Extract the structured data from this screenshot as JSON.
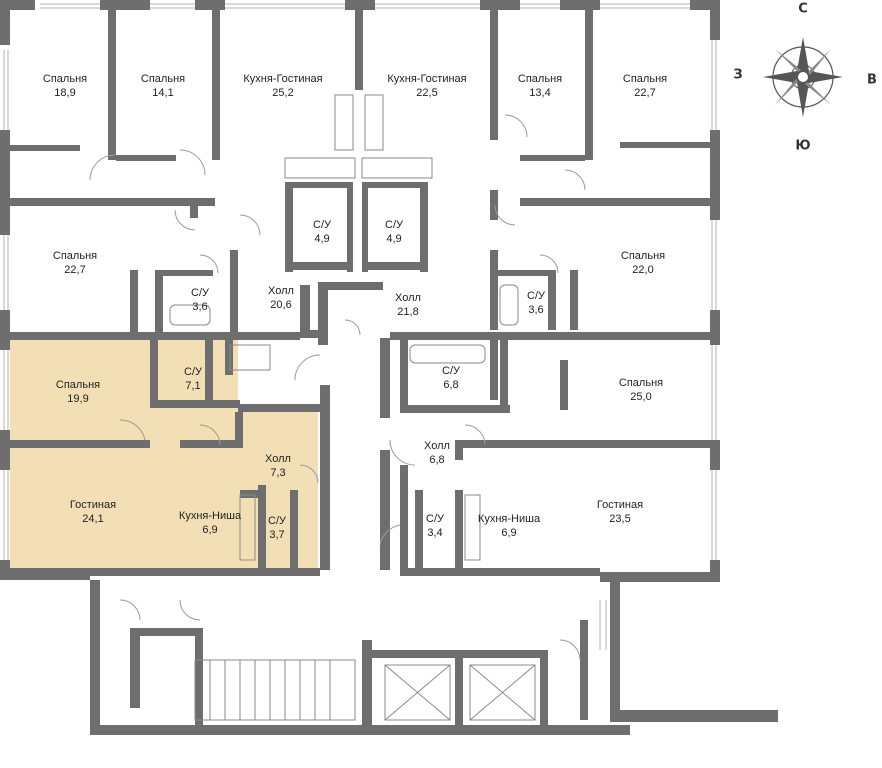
{
  "colors": {
    "wall": "#6e6e6e",
    "highlight": "#f2dfb6",
    "background": "#ffffff",
    "fixture": "#9a9a9a"
  },
  "compass": {
    "north": "С",
    "south": "Ю",
    "west": "З",
    "east": "В"
  },
  "rooms": [
    {
      "id": "r1",
      "name": "Спальня",
      "area": "18,9",
      "highlighted": false
    },
    {
      "id": "r2",
      "name": "Спальня",
      "area": "14,1",
      "highlighted": false
    },
    {
      "id": "r3",
      "name": "Кухня-Гостиная",
      "area": "25,2",
      "highlighted": false
    },
    {
      "id": "r4",
      "name": "Кухня-Гостиная",
      "area": "22,5",
      "highlighted": false
    },
    {
      "id": "r5",
      "name": "Спальня",
      "area": "13,4",
      "highlighted": false
    },
    {
      "id": "r6",
      "name": "Спальня",
      "area": "22,7",
      "highlighted": false
    },
    {
      "id": "r7",
      "name": "С/У",
      "area": "4,9",
      "highlighted": false
    },
    {
      "id": "r8",
      "name": "С/У",
      "area": "4,9",
      "highlighted": false
    },
    {
      "id": "r9",
      "name": "Спальня",
      "area": "22,7",
      "highlighted": false
    },
    {
      "id": "r10",
      "name": "С/У",
      "area": "3,6",
      "highlighted": false
    },
    {
      "id": "r11",
      "name": "Холл",
      "area": "20,6",
      "highlighted": false
    },
    {
      "id": "r12",
      "name": "Холл",
      "area": "21,8",
      "highlighted": false
    },
    {
      "id": "r13",
      "name": "С/У",
      "area": "3,6",
      "highlighted": false
    },
    {
      "id": "r14",
      "name": "Спальня",
      "area": "22,0",
      "highlighted": false
    },
    {
      "id": "r15",
      "name": "Спальня",
      "area": "19,9",
      "highlighted": true
    },
    {
      "id": "r16",
      "name": "С/У",
      "area": "7,1",
      "highlighted": true
    },
    {
      "id": "r17",
      "name": "С/У",
      "area": "6,8",
      "highlighted": false
    },
    {
      "id": "r18",
      "name": "Спальня",
      "area": "25,0",
      "highlighted": false
    },
    {
      "id": "r19",
      "name": "Холл",
      "area": "7,3",
      "highlighted": true
    },
    {
      "id": "r20",
      "name": "Холл",
      "area": "6,8",
      "highlighted": false
    },
    {
      "id": "r21",
      "name": "Гостиная",
      "area": "24,1",
      "highlighted": true
    },
    {
      "id": "r22",
      "name": "Кухня-Ниша",
      "area": "6,9",
      "highlighted": true
    },
    {
      "id": "r23",
      "name": "С/У",
      "area": "3,7",
      "highlighted": true
    },
    {
      "id": "r24",
      "name": "С/У",
      "area": "3,4",
      "highlighted": false
    },
    {
      "id": "r25",
      "name": "Кухня-Ниша",
      "area": "6,9",
      "highlighted": false
    },
    {
      "id": "r26",
      "name": "Гостиная",
      "area": "23,5",
      "highlighted": false
    }
  ]
}
